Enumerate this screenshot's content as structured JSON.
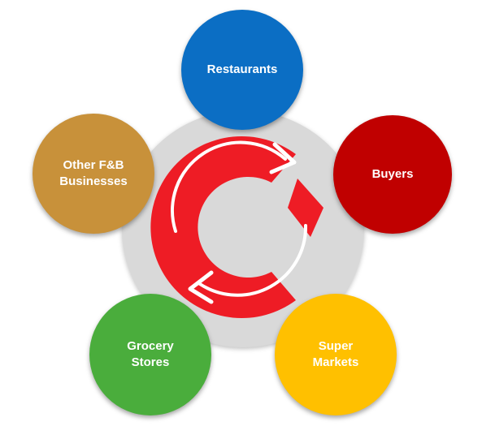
{
  "nodes": [
    {
      "id": "restaurants",
      "lines": [
        "Restaurants"
      ],
      "color": "#0b6ec4"
    },
    {
      "id": "buyers",
      "lines": [
        "Buyers"
      ],
      "color": "#c00000"
    },
    {
      "id": "supermarkets",
      "lines": [
        "Super",
        "Markets"
      ],
      "color": "#ffc000"
    },
    {
      "id": "grocery",
      "lines": [
        "Grocery",
        "Stores"
      ],
      "color": "#4aad3c"
    },
    {
      "id": "other",
      "lines": [
        "Other F&B",
        "Businesses"
      ],
      "color": "#c8913a"
    }
  ],
  "center": {
    "icon": "circular-refresh-arrows-icon",
    "hub_color": "#d9d9d9",
    "icon_color": "#ee1c25"
  }
}
